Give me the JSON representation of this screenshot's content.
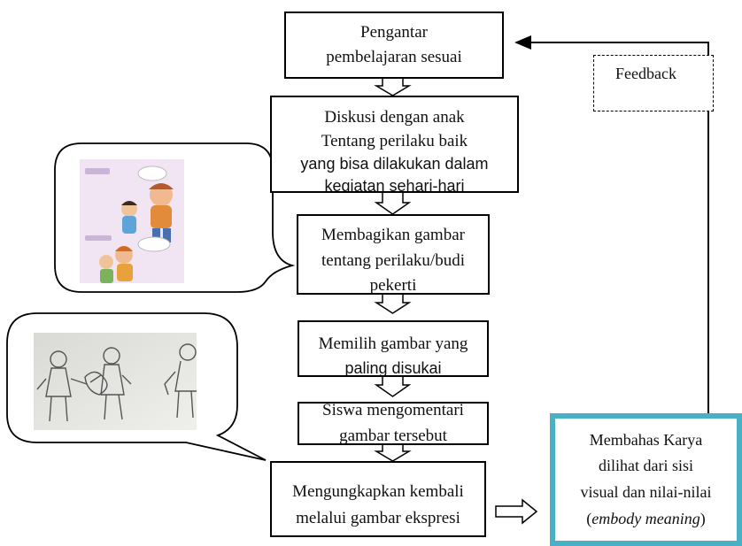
{
  "steps": [
    {
      "lines": [
        "Pengantar",
        "pembelajaran sesuai"
      ]
    },
    {
      "lines": [
        "Diskusi dengan anak",
        "Tentang perilaku baik",
        "yang bisa dilakukan dalam",
        "kegiatan sehari-hari"
      ]
    },
    {
      "lines": [
        "Membagikan gambar",
        "tentang perilaku/budi",
        "pekerti"
      ]
    },
    {
      "lines": [
        "Memilih gambar yang",
        "paling disukai"
      ]
    },
    {
      "lines": [
        "Siswa mengomentari",
        "gambar tersebut"
      ]
    },
    {
      "lines": [
        "Mengungkapkan kembali",
        "melalui gambar ekspresi"
      ]
    }
  ],
  "feedback_label": "Feedback",
  "review_box": {
    "line1": "Membahas Karya",
    "line2": "dilihat dari sisi",
    "line3": "visual dan nilai-nilai",
    "line4_open": "(",
    "line4_italic": "embody meaning",
    "line4_close": ")"
  },
  "colors": {
    "review_border": "#4ab0c6",
    "stroke": "#000000"
  }
}
